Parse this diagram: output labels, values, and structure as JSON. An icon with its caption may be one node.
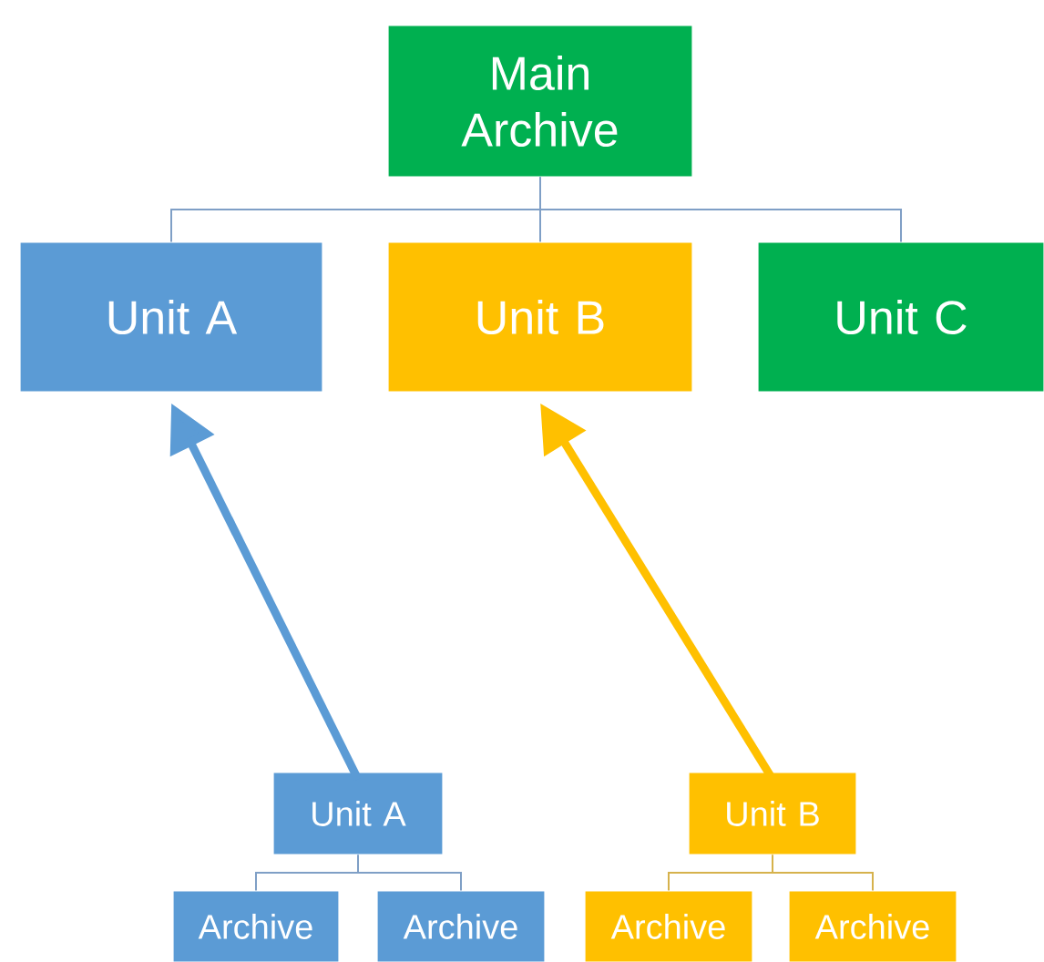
{
  "diagram": {
    "nodes": [
      {
        "text": [
          "Main Archive"
        ]
      },
      {
        "text": [
          "Unit A"
        ]
      },
      {
        "text": [
          "Unit B"
        ]
      },
      {
        "text": [
          "Unit C"
        ]
      },
      {
        "text": [
          "Unit A"
        ]
      },
      {
        "text": [
          "Unit B"
        ]
      },
      {
        "text": [
          "Archive"
        ]
      },
      {
        "text": [
          "Archive"
        ]
      },
      {
        "text": [
          "Archive"
        ]
      },
      {
        "text": [
          "Archive"
        ]
      }
    ],
    "edges": [
      {
        "from": 0,
        "to": 1,
        "arrow": "none"
      },
      {
        "from": 0,
        "to": 2,
        "arrow": "none"
      },
      {
        "from": 0,
        "to": 3,
        "arrow": "none"
      },
      {
        "from": 4,
        "to": 1,
        "arrow": "to",
        "style": "thick",
        "color": "#5b9bd5"
      },
      {
        "from": 5,
        "to": 2,
        "arrow": "to",
        "style": "thick",
        "color": "#ffc000"
      },
      {
        "from": 4,
        "to": 6,
        "arrow": "none"
      },
      {
        "from": 4,
        "to": 7,
        "arrow": "none"
      },
      {
        "from": 5,
        "to": 8,
        "arrow": "none",
        "color": "#d6b24c"
      },
      {
        "from": 5,
        "to": 9,
        "arrow": "none",
        "color": "#d6b24c"
      }
    ]
  }
}
